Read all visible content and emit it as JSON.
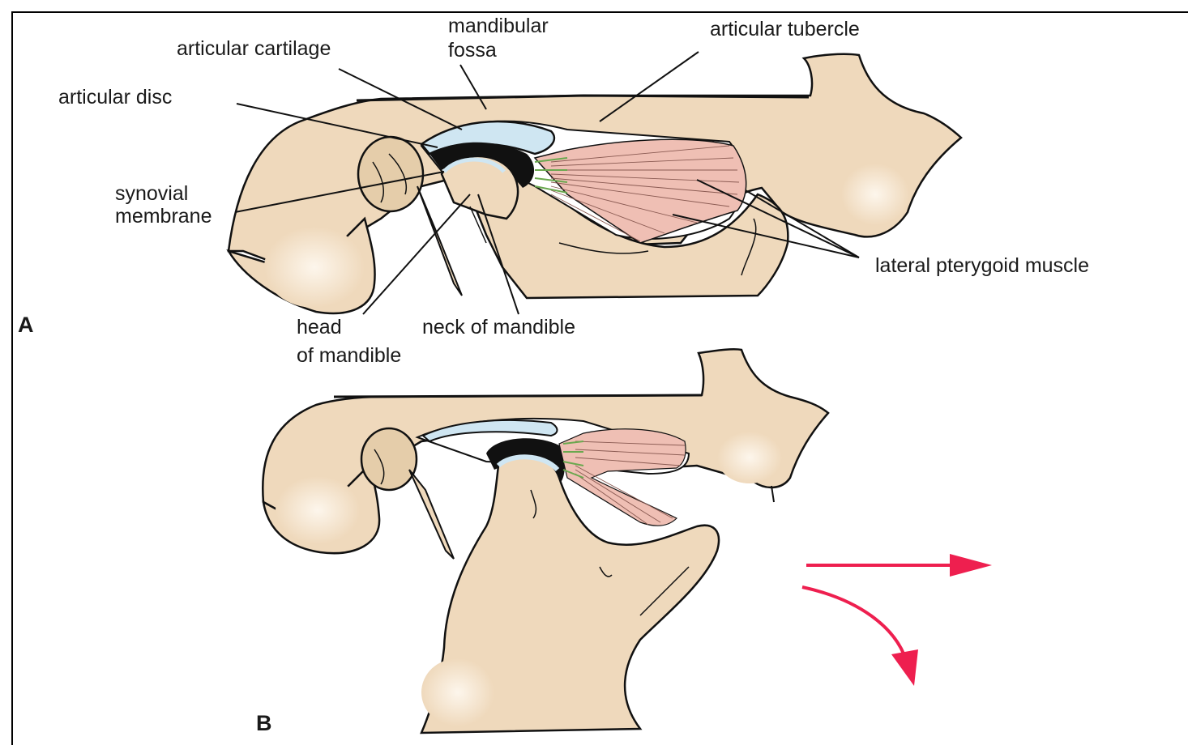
{
  "panels": {
    "a": {
      "letter": "A"
    },
    "b": {
      "letter": "B"
    }
  },
  "labels": {
    "mandibular_fossa": [
      "mandibular",
      "fossa"
    ],
    "articular_cartilage": "articular cartilage",
    "articular_tubercle": "articular tubercle",
    "articular_disc": "articular disc",
    "synovial_membrane": [
      "synovial",
      "membrane"
    ],
    "lateral_pterygoid_muscle": "lateral pterygoid muscle",
    "head_of_mandible": [
      "head",
      "of mandible"
    ],
    "neck_of_mandible": "neck of mandible"
  },
  "colors": {
    "bone": "#efd9bc",
    "bone_highlight": "#fbf2e6",
    "cartilage": "#cfe6f2",
    "muscle": "#efbfb4",
    "tendon": "#6aa84f",
    "arrow": "#ee1f4f",
    "outline": "#111111"
  }
}
